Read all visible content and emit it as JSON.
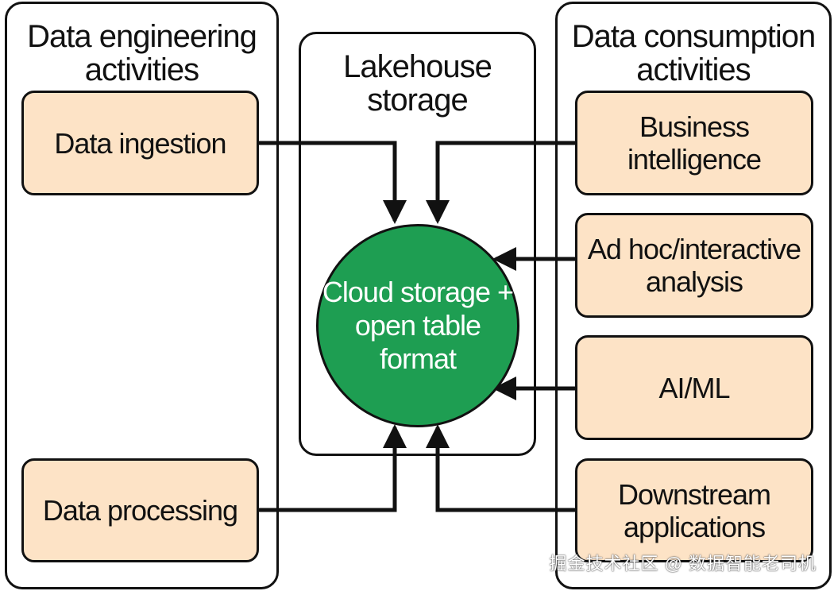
{
  "colors": {
    "border": "#111111",
    "box_fill": "#fde3c6",
    "circle_fill": "#1e9e52",
    "circle_text": "#ffffff"
  },
  "left_panel": {
    "title": "Data engineering\nactivities",
    "items": [
      "Data ingestion",
      "Data processing"
    ]
  },
  "center_panel": {
    "title": "Lakehouse\nstorage",
    "core": "Cloud storage +\nopen table\nformat"
  },
  "right_panel": {
    "title": "Data consumption\nactivities",
    "items": [
      "Business\nintelligence",
      "Ad hoc/interactive\nanalysis",
      "AI/ML",
      "Downstream\napplications"
    ]
  },
  "watermark": "掘金技术社区 @ 数据智能老司机"
}
